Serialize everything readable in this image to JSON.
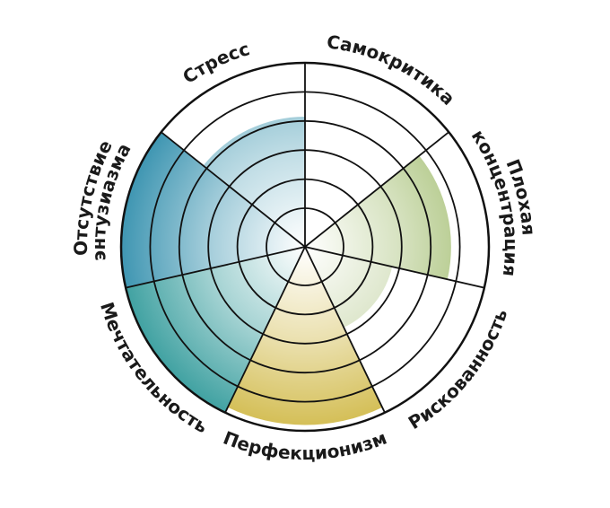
{
  "chart_data": {
    "type": "radial-segments",
    "title": "",
    "segments": [
      {
        "label": "Самокритика",
        "value": 0,
        "color": "#a9c27a"
      },
      {
        "label": "Плохая концентрация",
        "value": 3.7,
        "color": "#a9c27a"
      },
      {
        "label": "Рискованность",
        "value": 1.75,
        "color": "#b5c98e"
      },
      {
        "label": "Перфекционизм",
        "value": 4.8,
        "color": "#d3bd52"
      },
      {
        "label": "Мечтательность",
        "value": 5,
        "color": "#41a2a2"
      },
      {
        "label": "Отсутствие энтузиазма",
        "value": 5,
        "color": "#3f96b2"
      },
      {
        "label": "Стресс",
        "value": 3.15,
        "color": "#78b6c8"
      }
    ],
    "rings": 5,
    "max": 5,
    "grid": true
  }
}
